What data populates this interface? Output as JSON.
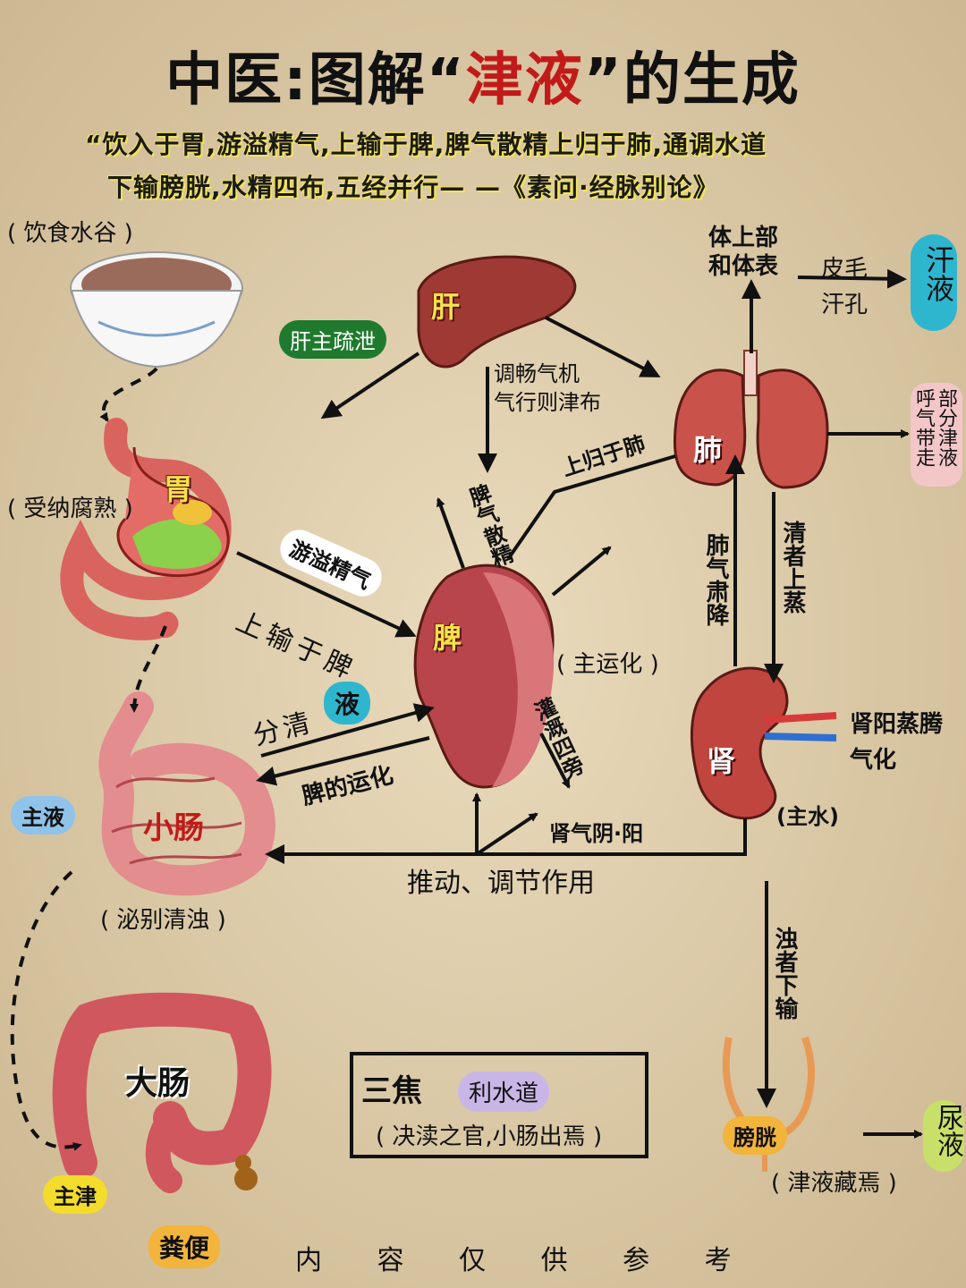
{
  "title": {
    "prefix": "中医:图解“",
    "highlight": "津液",
    "suffix": "”的生成"
  },
  "quote": {
    "line1": "“饮入于胃,游溢精气,上输于脾,脾气散精上归于肺,通调水道",
    "line2": "下输膀胱,水精四布,五经并行— —《素问·经脉别论》"
  },
  "food": {
    "label": "( 饮食水谷 )"
  },
  "stomach": {
    "name": "胃",
    "note": "( 受纳腐熟 )"
  },
  "liver": {
    "name": "肝",
    "role": "肝主疏泄",
    "note1": "调畅气机",
    "note2": "气行则津布"
  },
  "spleen": {
    "name": "脾",
    "role": "( 主运化 )",
    "spread": "脾气散精",
    "up_to_lung": "上归于肺",
    "irrigate": "灌溉四旁"
  },
  "stomach_to_spleen": {
    "pill": "游溢精气",
    "label": "上输于脾"
  },
  "small_intestine": {
    "name": "小肠",
    "role_pill": "主液",
    "note": "( 泌别清浊 )",
    "to_spleen": "分清",
    "liquid_pill": "液",
    "from_spleen": "脾的运化"
  },
  "lung": {
    "name": "肺",
    "upper": "体上部和体表",
    "skin": "皮毛",
    "pores": "汗孔",
    "sweat": "汗液",
    "breath": "部分津液呼气带走",
    "descend": "肺气肃降",
    "clear_up": "清者上蒸"
  },
  "kidney": {
    "name": "肾",
    "steam": "肾阳蒸腾气化",
    "role": "(主水)",
    "qi": "肾气阴·阳",
    "push": "推动、调节作用"
  },
  "turbid": "浊者下输",
  "bladder": {
    "name": "膀胱",
    "note": "( 津液藏焉 )",
    "urine": "尿液"
  },
  "large_intestine": {
    "name": "大肠",
    "role_pill": "主津",
    "feces": "粪便"
  },
  "sanjiao": {
    "name": "三焦",
    "pill": "利水道",
    "note": "( 决渎之官,小肠出焉 )"
  },
  "footer": "内 容 仅 供 参 考",
  "colors": {
    "red": "#c21a1a",
    "green_pill": "#1f7a2e",
    "yellow_pill": "#f3dc2b",
    "cyan_pill": "#2fb6cf",
    "blue_pill": "#8fc3ea",
    "violet_pill": "#c9b6e6",
    "pink_pill": "#f3c6c8",
    "lime_pill": "#c8e06a",
    "orange_pill": "#f2b43a"
  }
}
